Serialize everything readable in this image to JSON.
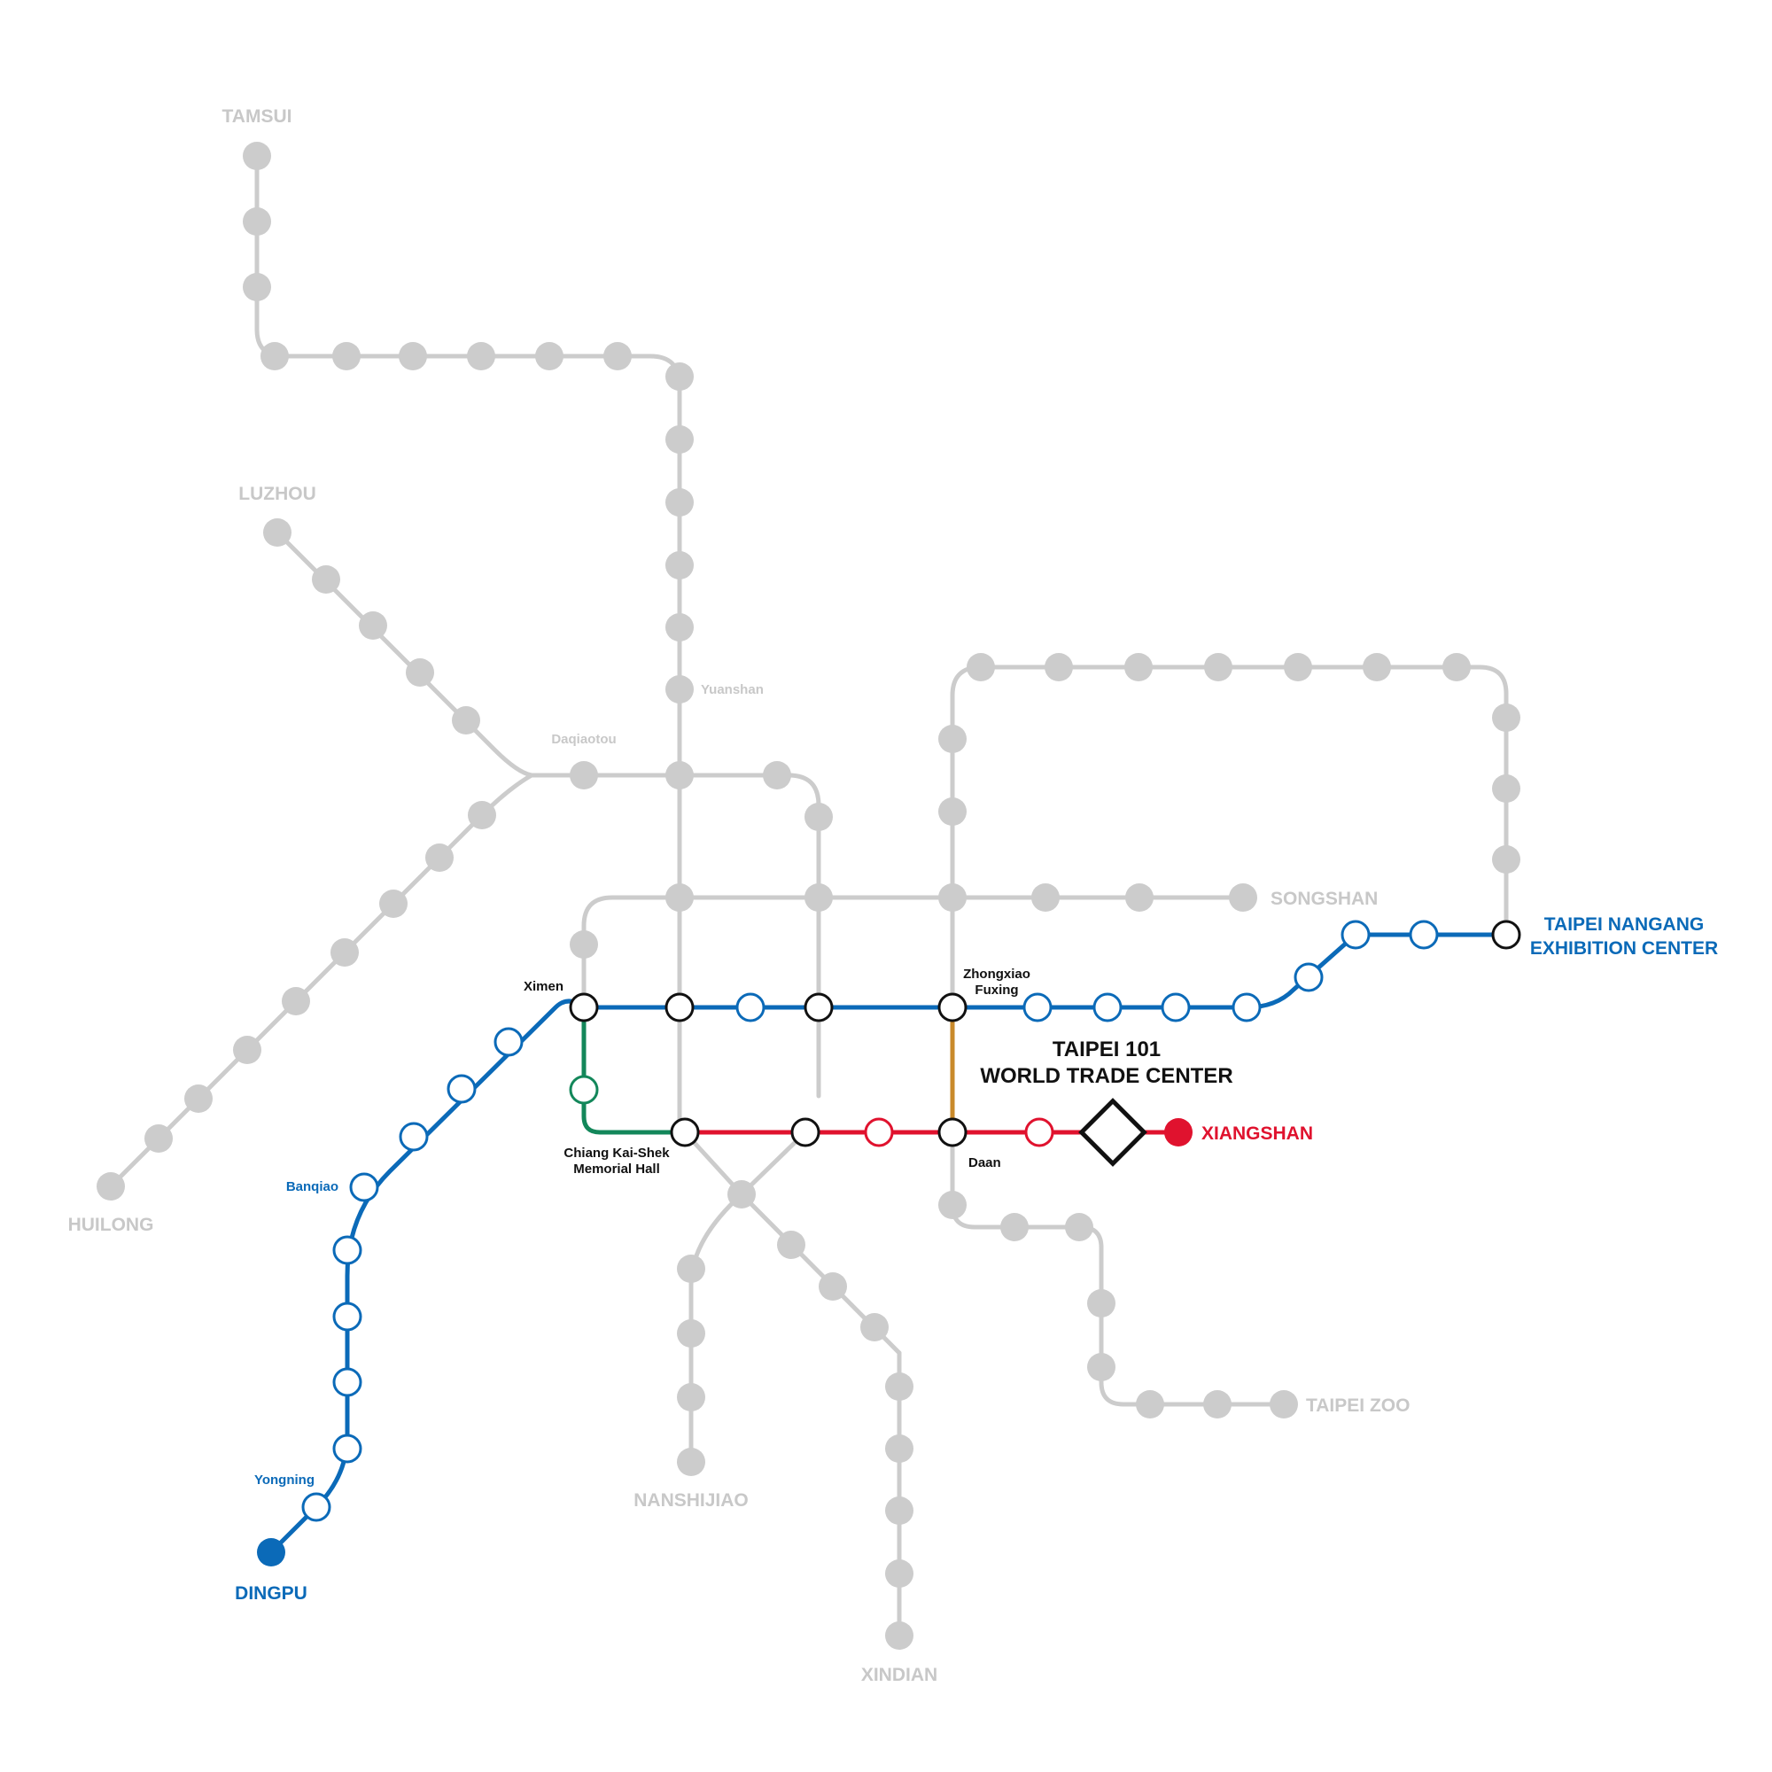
{
  "colors": {
    "gray_line": "#cccccc",
    "blue_line": "#0b6ab8",
    "red_line": "#e0122e",
    "green_line": "#13875a",
    "orange_line": "#c98a2b",
    "interchange_stroke": "#111111"
  },
  "termini": {
    "tamsui": "TAMSUI",
    "luzhou": "LUZHOU",
    "huilong": "HUILONG",
    "songshan": "SONGSHAN",
    "taipei_nangang_line1": "TAIPEI NANGANG",
    "taipei_nangang_line2": "EXHIBITION CENTER",
    "xiangshan": "XIANGSHAN",
    "taipei_zoo": "TAIPEI ZOO",
    "nanshijiao": "NANSHIJIAO",
    "xindian": "XINDIAN",
    "dingpu": "DINGPU"
  },
  "stations": {
    "yuanshan": "Yuanshan",
    "daqiaotou": "Daqiaotou",
    "ximen": "Ximen",
    "zhongxiao_fuxing_line1": "Zhongxiao",
    "zhongxiao_fuxing_line2": "Fuxing",
    "banqiao": "Banqiao",
    "yongning": "Yongning",
    "cks_line1": "Chiang Kai-Shek",
    "cks_line2": "Memorial Hall",
    "daan": "Daan"
  },
  "destination": {
    "line1": "TAIPEI 101",
    "line2": "WORLD TRADE CENTER"
  }
}
